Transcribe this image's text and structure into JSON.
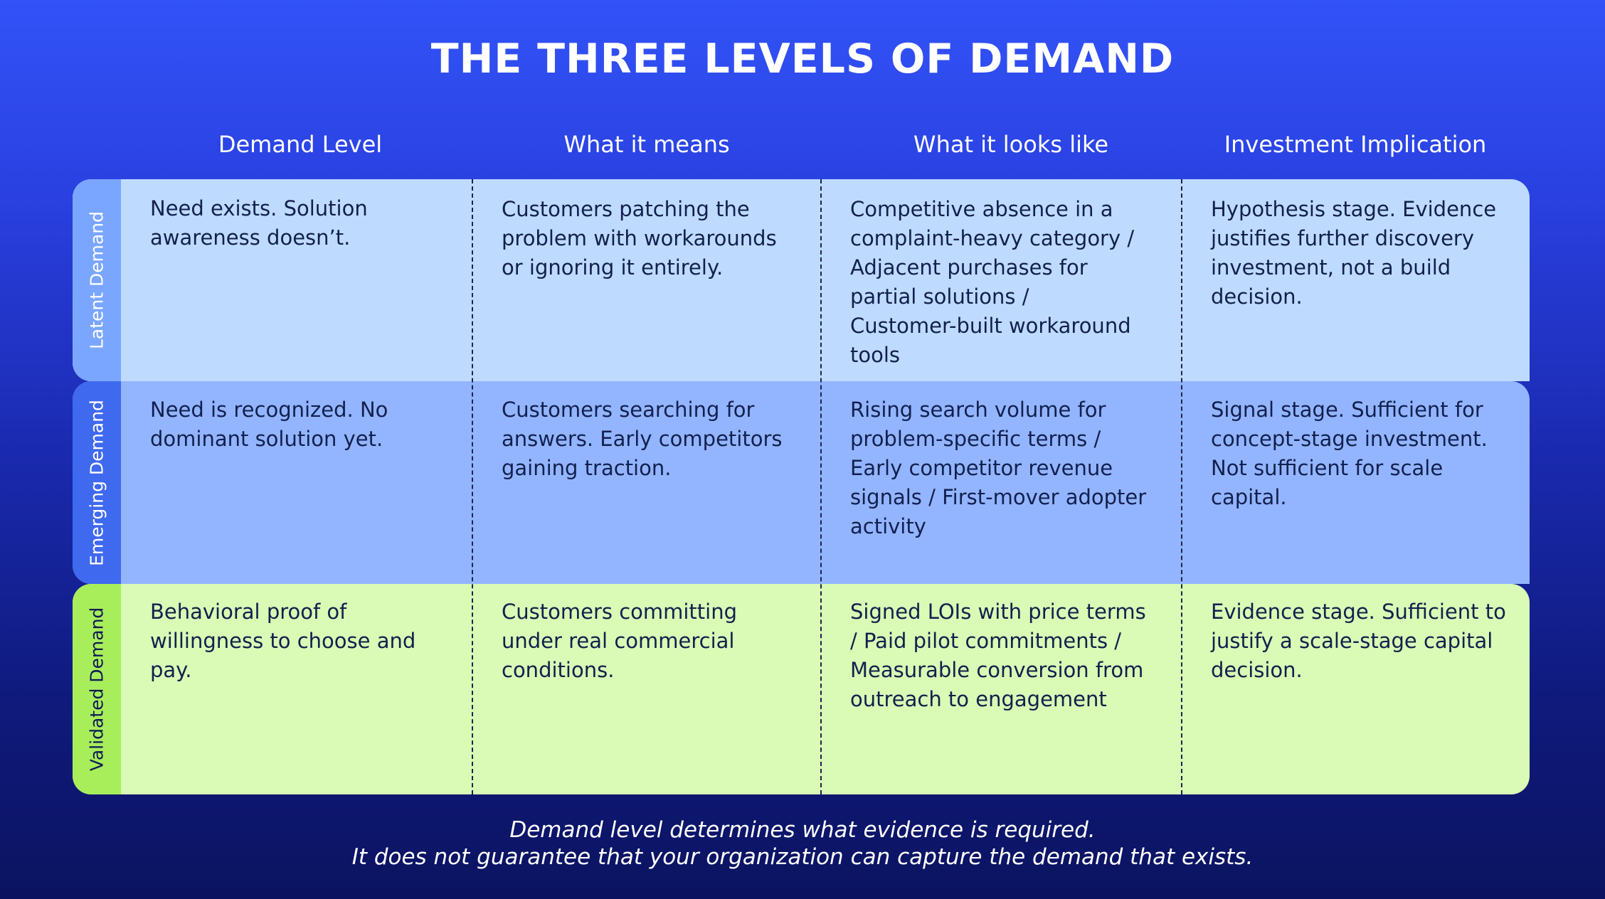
{
  "title": "THE THREE LEVELS OF DEMAND",
  "columns": [
    "Demand Level",
    "What it means",
    "What it looks like",
    "Investment Implication"
  ],
  "rows": [
    {
      "label": "Latent Demand",
      "cells": [
        "Need exists. Solution\nawareness doesn’t.",
        "Customers patching the\nproblem with workarounds\nor ignoring it entirely.",
        "Competitive absence in a\ncomplaint-heavy category /\nAdjacent purchases for\npartial solutions /\nCustomer-built workaround\ntools",
        "Hypothesis stage. Evidence\njustifies further discovery\ninvestment, not a build\ndecision."
      ]
    },
    {
      "label": "Emerging Demand",
      "cells": [
        "Need is recognized. No\ndominant solution yet.",
        "Customers searching for\nanswers. Early competitors\ngaining traction.",
        "Rising search volume for\nproblem-specific terms /\nEarly competitor revenue\nsignals / First-mover adopter\nactivity",
        "Signal stage. Sufficient for\nconcept-stage investment.\nNot sufficient for scale\ncapital."
      ]
    },
    {
      "label": "Validated Demand",
      "cells": [
        "Behavioral proof of\nwillingness to choose and\npay.",
        "Customers committing\nunder real commercial\nconditions.",
        "Signed LOIs with price terms\n/ Paid pilot commitments /\nMeasurable conversion from\noutreach to engagement",
        "Evidence stage. Sufficient to\njustify a scale-stage capital\ndecision."
      ]
    }
  ],
  "footer": {
    "line1": "Demand level determines what evidence is required.",
    "line2": "It does not guarantee that your organization can capture the demand that exists."
  },
  "colors": {
    "background_top": "#3253f8",
    "background_bottom": "#0b1360",
    "latent_row": "#bedbff",
    "emerging_row": "#93b5ff",
    "validated_row": "#d9fbb5",
    "latent_tab": "#7aa6ff",
    "emerging_tab": "#3f69ee",
    "validated_tab": "#a8ee5a"
  }
}
